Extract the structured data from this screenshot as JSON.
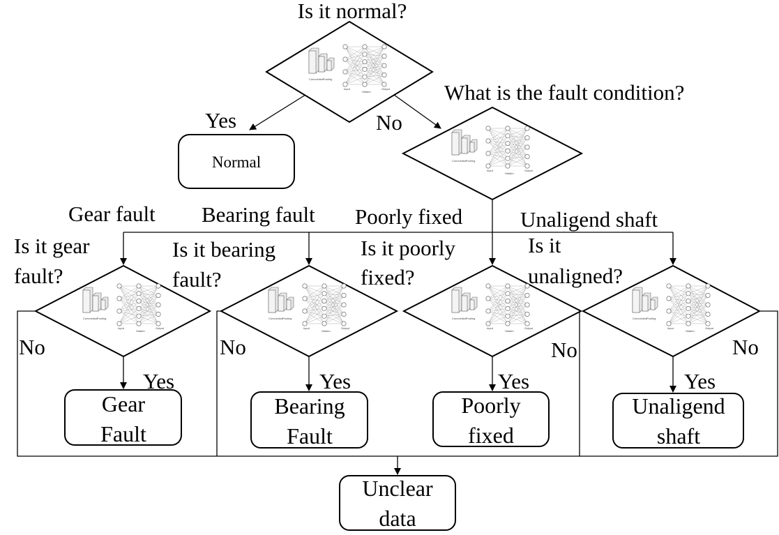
{
  "root": {
    "question": "Is it normal?",
    "yes_label": "Yes",
    "no_label": "No"
  },
  "normal_box": "Normal",
  "fault_condition": {
    "question": "What is the fault condition?"
  },
  "branches": [
    {
      "branch_label": "Gear fault",
      "question_lines": [
        "Is it gear",
        "fault?"
      ],
      "no_label": "No",
      "yes_label": "Yes",
      "result_lines": [
        "Gear",
        "Fault"
      ]
    },
    {
      "branch_label": "Bearing fault",
      "question_lines": [
        "Is it bearing",
        "fault?"
      ],
      "no_label": "No",
      "yes_label": "Yes",
      "result_lines": [
        "Bearing",
        "Fault"
      ]
    },
    {
      "branch_label": "Poorly fixed",
      "question_lines": [
        "Is it poorly",
        "fixed?"
      ],
      "no_label": "No",
      "yes_label": "Yes",
      "result_lines": [
        "Poorly",
        "fixed"
      ]
    },
    {
      "branch_label": "Unaligend shaft",
      "question_lines": [
        "Is it",
        "unaligned?"
      ],
      "no_label": "No",
      "yes_label": "Yes",
      "result_lines": [
        "Unaligend",
        "shaft"
      ]
    }
  ],
  "unclear_box": [
    "Unclear",
    "data"
  ],
  "nn_icon": {
    "convolution": "Convolution",
    "pooling": "Pooling",
    "input": "Input",
    "hidden": "Hidden",
    "output": "Output"
  }
}
